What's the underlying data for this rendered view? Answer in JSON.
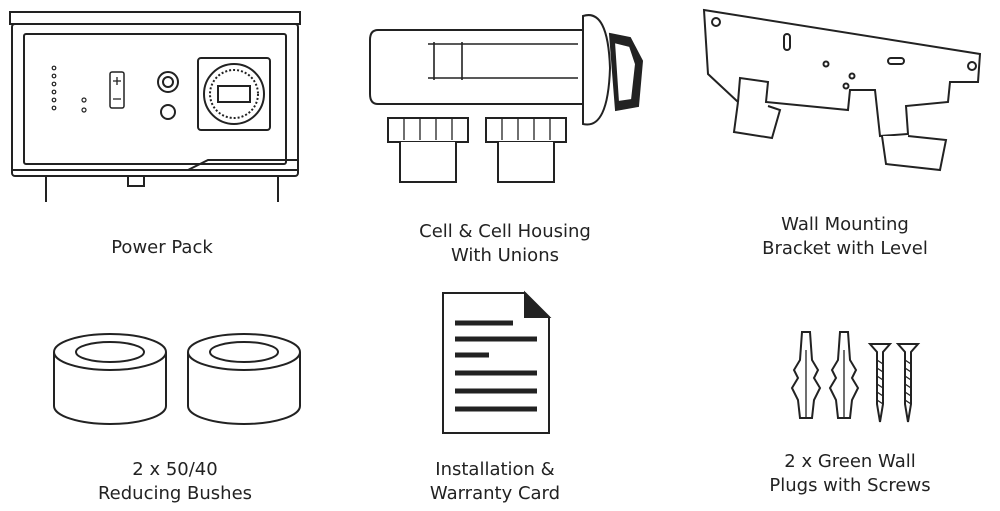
{
  "items": [
    {
      "icon": "power-pack-icon",
      "lines": [
        "Power Pack"
      ]
    },
    {
      "icon": "cell-housing-icon",
      "lines": [
        "Cell & Cell Housing",
        "With Unions"
      ]
    },
    {
      "icon": "wall-bracket-icon",
      "lines": [
        "Wall Mounting",
        "Bracket with Level"
      ]
    },
    {
      "icon": "reducing-bushes-icon",
      "lines": [
        "2 x 50/40",
        "Reducing Bushes"
      ]
    },
    {
      "icon": "document-icon",
      "lines": [
        "Installation &",
        "Warranty Card"
      ]
    },
    {
      "icon": "wall-plugs-screws-icon",
      "lines": [
        "2 x Green Wall",
        "Plugs with Screws"
      ]
    }
  ],
  "colors": {
    "stroke": "#222222",
    "fill": "#ffffff",
    "text": "#222222"
  }
}
